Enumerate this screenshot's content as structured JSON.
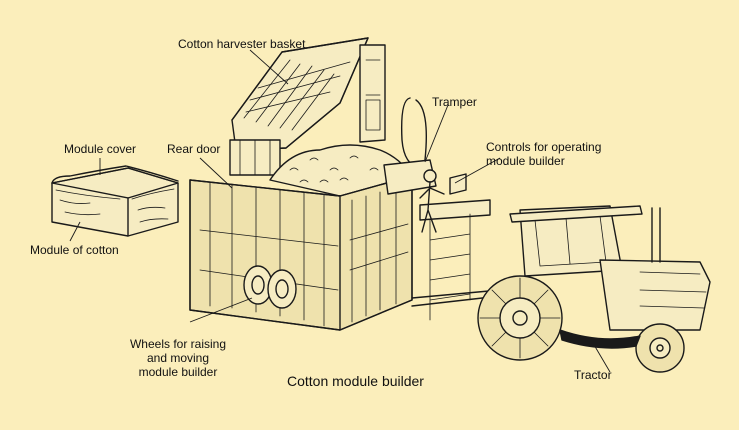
{
  "diagram": {
    "colors": {
      "background": "#fbeebb",
      "line": "#1a1a1a",
      "fill_light": "#f6ecc2",
      "fill_shadow": "#efe2ad"
    },
    "labels": {
      "harvester_basket": "Cotton harvester basket",
      "tramper": "Tramper",
      "controls_line1": "Controls for operating",
      "controls_line2": "module builder",
      "module_cover": "Module cover",
      "rear_door": "Rear door",
      "module_of_cotton": "Module of cotton",
      "wheels_line1": "Wheels for raising",
      "wheels_line2": "and moving",
      "wheels_line3": "module builder",
      "tractor": "Tractor",
      "caption": "Cotton module builder"
    }
  }
}
